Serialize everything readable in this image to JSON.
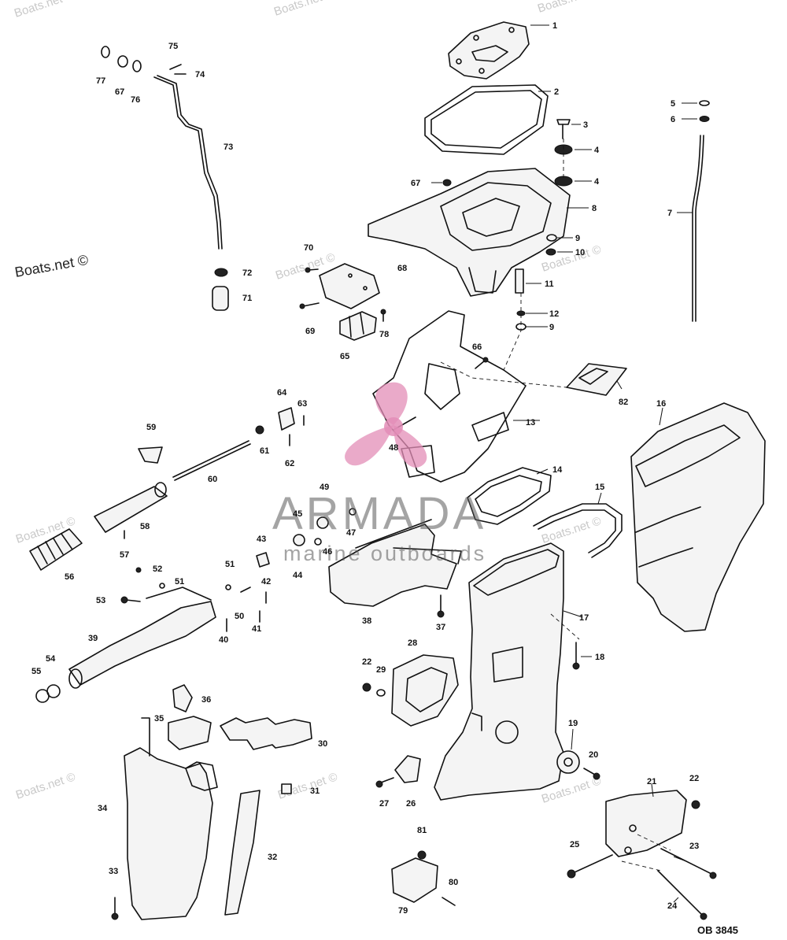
{
  "watermarks": {
    "site": "Boats.net ©",
    "site_primary": "Boats.net ©",
    "brand": "ARMADA",
    "brand_sub": "marine outboards",
    "logo_color": "#e38db7"
  },
  "reference_code": "OB 3845",
  "callouts": [
    "1",
    "2",
    "3",
    "4",
    "4",
    "8",
    "5",
    "6",
    "7",
    "67",
    "9",
    "10",
    "11",
    "12",
    "9",
    "70",
    "68",
    "69",
    "78",
    "65",
    "66",
    "82",
    "13",
    "16",
    "64",
    "63",
    "61",
    "62",
    "48",
    "59",
    "60",
    "58",
    "57",
    "56",
    "14",
    "15",
    "49",
    "45",
    "47",
    "46",
    "43",
    "44",
    "38",
    "37",
    "17",
    "18",
    "52",
    "51",
    "51",
    "42",
    "53",
    "50",
    "41",
    "40",
    "39",
    "54",
    "55",
    "22",
    "29",
    "28",
    "36",
    "35",
    "30",
    "34",
    "31",
    "32",
    "33",
    "19",
    "20",
    "27",
    "26",
    "21",
    "22",
    "81",
    "80",
    "79",
    "25",
    "23",
    "24",
    "77",
    "67",
    "76",
    "75",
    "74",
    "73",
    "72",
    "71"
  ]
}
